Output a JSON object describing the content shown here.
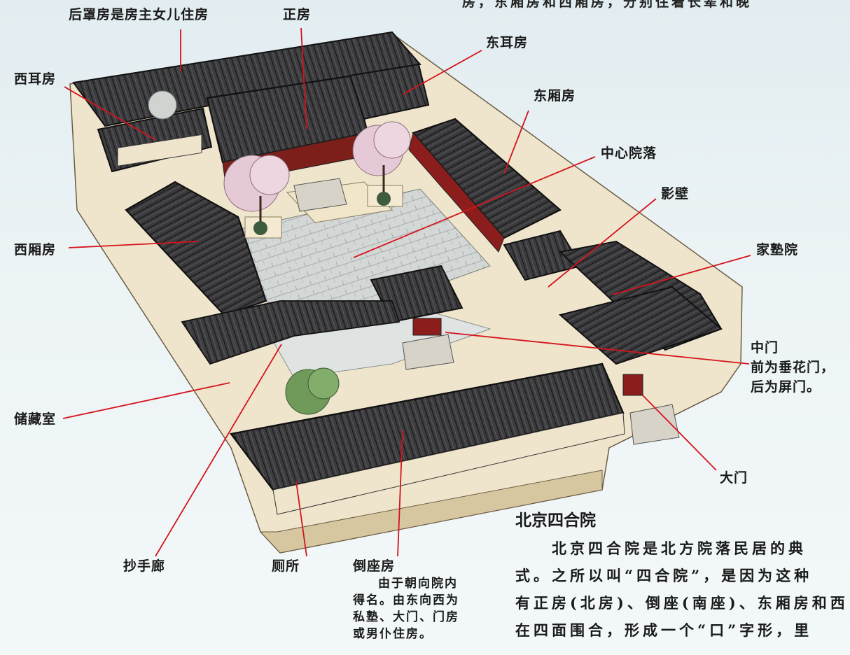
{
  "labels": {
    "houzhao": "后罩房是房主女儿住房",
    "zhengfang": "正房",
    "dongerfang": "东耳房",
    "xierfang": "西耳房",
    "dongxiangfang": "东厢房",
    "zhongxin": "中心院落",
    "yingbi": "影壁",
    "xixiangfang": "西厢房",
    "jiashuyuan": "家塾院",
    "zhongmen_line1": "中门",
    "zhongmen_line2": "前为垂花门，",
    "zhongmen_line3": "后为屏门。",
    "chucangshi": "储藏室",
    "damen": "大门",
    "chaoshoulang": "抄手廊",
    "cesuo": "厕所",
    "daozuofang": "倒座房"
  },
  "daozuo_note": [
    "由于朝向院内",
    "得名。由东向西为",
    "私塾、大门、门房",
    "或男仆住房。"
  ],
  "article": {
    "title": "北京四合院",
    "lines": [
      "　　北京四合院是北方院落民居的典",
      "式。之所以叫“四合院”，是因为这种",
      "有正房(北房)、倒座(南座)、东厢房和西",
      "在四面围合，形成一个“口”字形，里"
    ]
  },
  "top_partial_text": "房，东厢房和西厢房，分别住着长辈和晚",
  "colors": {
    "roof": "#3b3b3d",
    "roof_tile": "#1e1e20",
    "wall": "#efe5cc",
    "wall_shade": "#d9caa6",
    "pavement": "#cfd4d2",
    "courtyard": "#f1e6c9",
    "pillar": "#8c1d1d",
    "leader_line": "#d4141c",
    "tree": "#e6c9d6",
    "shrub": "#6f9a5a"
  }
}
